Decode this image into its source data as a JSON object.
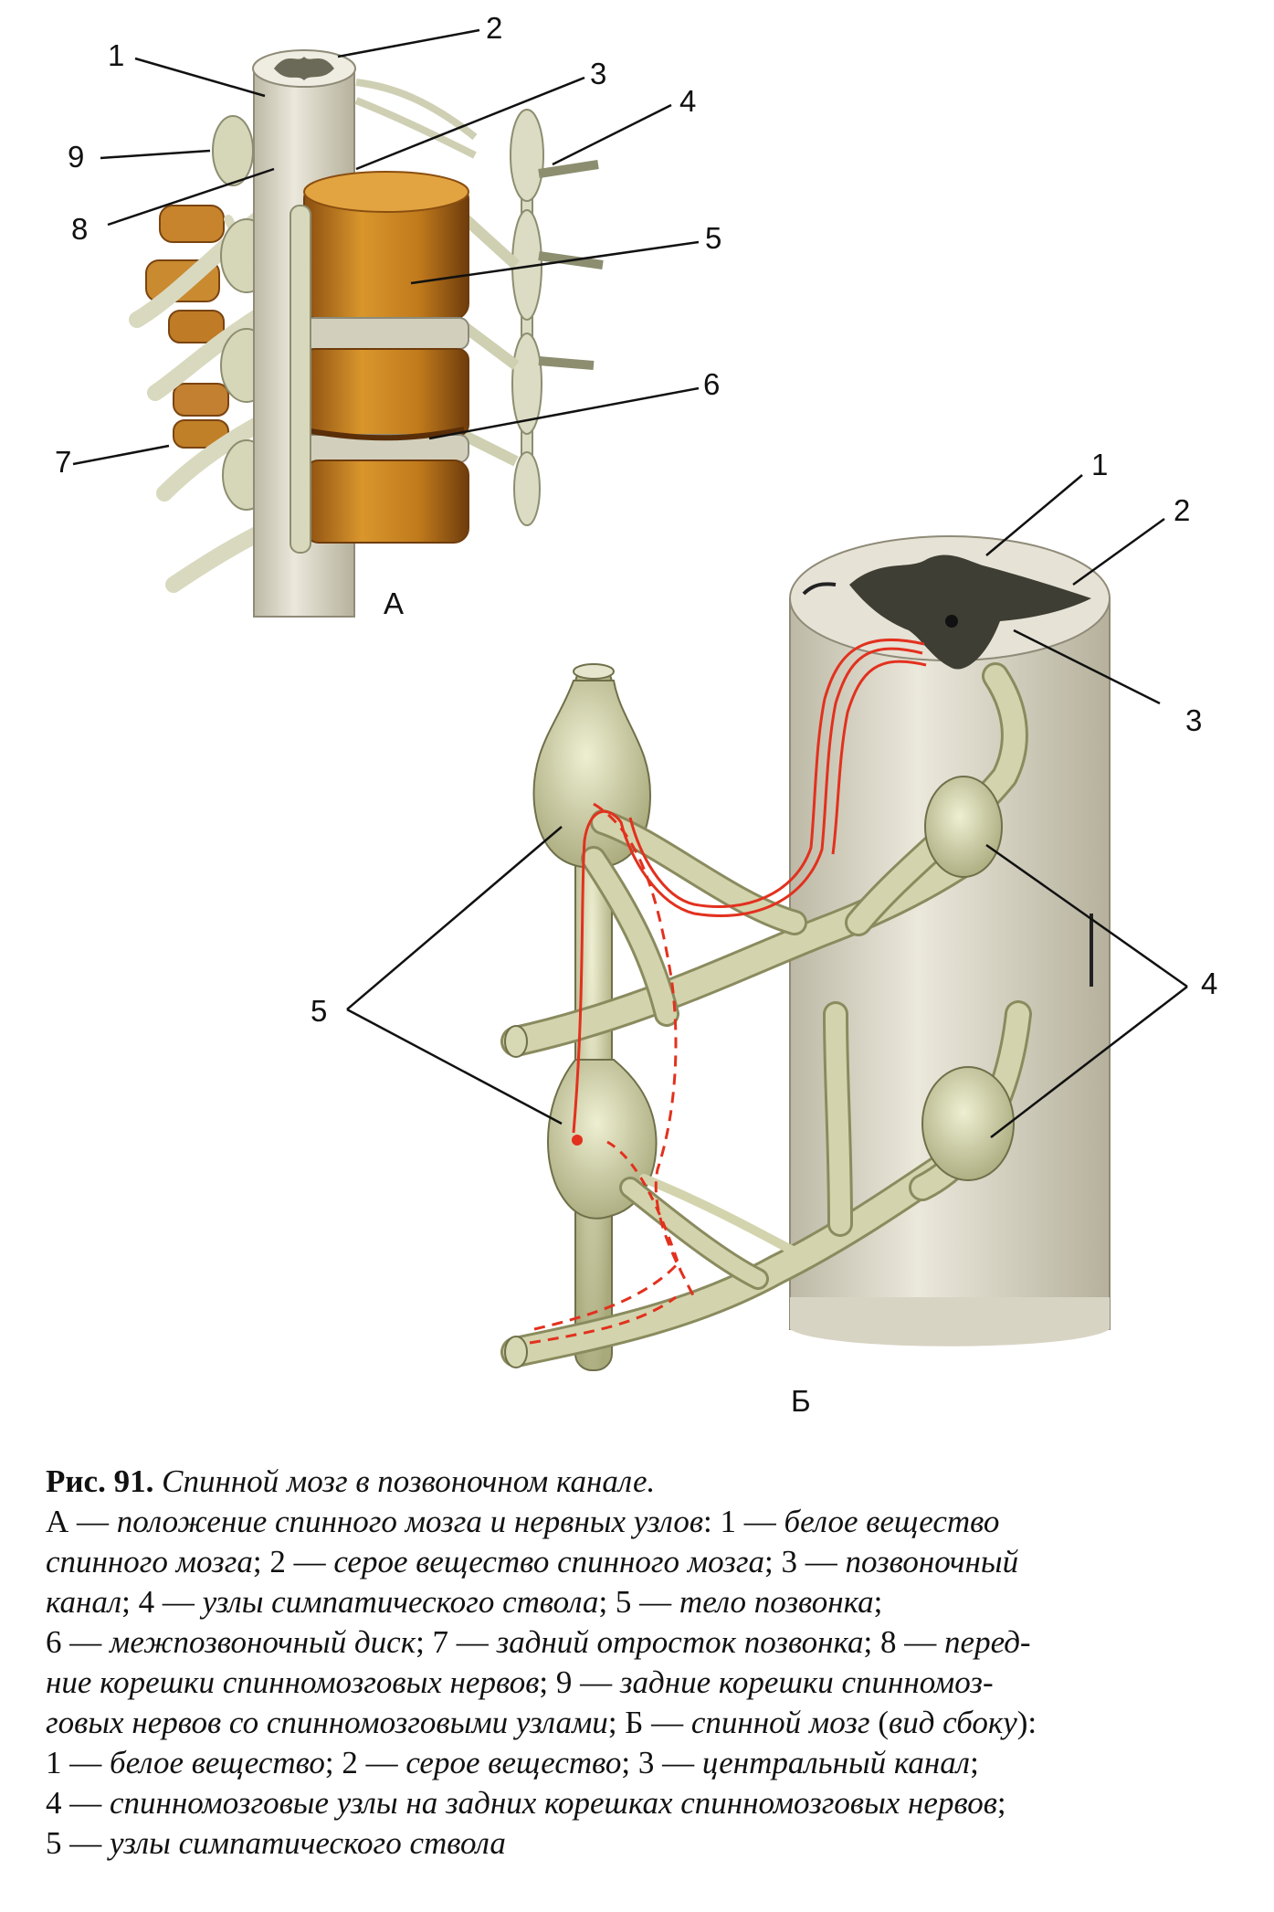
{
  "figure_a": {
    "panel_label": "А",
    "callouts": [
      "1",
      "2",
      "3",
      "4",
      "5",
      "6",
      "7",
      "8",
      "9"
    ]
  },
  "figure_b": {
    "panel_label": "Б",
    "callouts": [
      "1",
      "2",
      "3",
      "4",
      "5"
    ]
  },
  "caption": {
    "number": "Рис. 91.",
    "title": "Спинной мозг в позвоночном канале.",
    "lines": [
      [
        {
          "t": "А — ",
          "s": "n"
        },
        {
          "t": "положение спинного мозга и нервных узлов",
          "s": "i"
        },
        {
          "t": ": 1 — ",
          "s": "n"
        },
        {
          "t": "белое вещество",
          "s": "i"
        }
      ],
      [
        {
          "t": "спинного мозга",
          "s": "i"
        },
        {
          "t": "; 2 — ",
          "s": "n"
        },
        {
          "t": "серое вещество спинного мозга",
          "s": "i"
        },
        {
          "t": "; 3 — ",
          "s": "n"
        },
        {
          "t": "позвоночный",
          "s": "i"
        }
      ],
      [
        {
          "t": "канал",
          "s": "i"
        },
        {
          "t": "; 4 — ",
          "s": "n"
        },
        {
          "t": "узлы симпатического ствола",
          "s": "i"
        },
        {
          "t": "; 5 — ",
          "s": "n"
        },
        {
          "t": "тело позвонка",
          "s": "i"
        },
        {
          "t": ";",
          "s": "n"
        }
      ],
      [
        {
          "t": "6 — ",
          "s": "n"
        },
        {
          "t": "межпозвоночный диск",
          "s": "i"
        },
        {
          "t": "; 7 — ",
          "s": "n"
        },
        {
          "t": "задний отросток позвонка",
          "s": "i"
        },
        {
          "t": "; 8 — ",
          "s": "n"
        },
        {
          "t": "перед-",
          "s": "i"
        }
      ],
      [
        {
          "t": "ние корешки спинномозговых нервов",
          "s": "i"
        },
        {
          "t": "; 9 — ",
          "s": "n"
        },
        {
          "t": "задние корешки спинномоз-",
          "s": "i"
        }
      ],
      [
        {
          "t": "говых нервов со спинномозговыми узлами",
          "s": "i"
        },
        {
          "t": "; Б — ",
          "s": "n"
        },
        {
          "t": "спинной мозг",
          "s": "i"
        },
        {
          "t": " (",
          "s": "n"
        },
        {
          "t": "вид сбоку",
          "s": "i"
        },
        {
          "t": "):",
          "s": "n"
        }
      ],
      [
        {
          "t": "1 — ",
          "s": "n"
        },
        {
          "t": "белое вещество",
          "s": "i"
        },
        {
          "t": "; 2 — ",
          "s": "n"
        },
        {
          "t": "серое вещество",
          "s": "i"
        },
        {
          "t": "; 3 — ",
          "s": "n"
        },
        {
          "t": "центральный канал",
          "s": "i"
        },
        {
          "t": ";",
          "s": "n"
        }
      ],
      [
        {
          "t": "4 — ",
          "s": "n"
        },
        {
          "t": "спинномозговые узлы на задних корешках спинномозговых нервов",
          "s": "i"
        },
        {
          "t": ";",
          "s": "n"
        }
      ],
      [
        {
          "t": "5 — ",
          "s": "n"
        },
        {
          "t": "узлы симпатического ствола",
          "s": "i"
        }
      ]
    ]
  },
  "colors": {
    "nerve_fill": "#d5d6b0",
    "nerve_stroke": "#8c8d62",
    "vertebra": "#c9851e",
    "disc": "#cfcfb8",
    "grey_matter": "#3f3f36",
    "pathway": "#e2311e",
    "cord_side": "#e1ded2"
  }
}
